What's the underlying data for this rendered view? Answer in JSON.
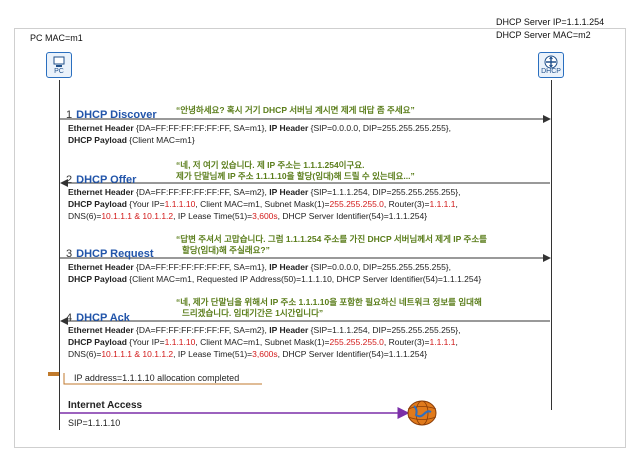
{
  "pc": {
    "header": "PC MAC=m1",
    "label": "PC"
  },
  "server": {
    "header_ip": "DHCP Server IP=1.1.1.254",
    "header_mac": "DHCP Server MAC=m2",
    "label": "DHCP"
  },
  "steps": [
    {
      "num": "1",
      "title": "DHCP Discover",
      "note": [
        "“안녕하세요? 혹시 거기 DHCP 서버님 계시면 제게 대답 좀 주세요”"
      ],
      "direction": "right",
      "lines": [
        [
          {
            "t": "Ethernet Header",
            "b": true
          },
          {
            "t": " {DA=FF:FF:FF:FF:FF:FF, SA=m1}, "
          },
          {
            "t": "IP Header",
            "b": true
          },
          {
            "t": " {SIP=0.0.0.0, DIP=255.255.255.255},"
          }
        ],
        [
          {
            "t": "DHCP Payload",
            "b": true
          },
          {
            "t": " {Client MAC=m1}"
          }
        ]
      ]
    },
    {
      "num": "2",
      "title": "DHCP Offer",
      "note": [
        "“네, 저 여기 있습니다. 제 IP 주소는 1.1.1.254이구요.",
        "제가 단말님께 IP 주소 1.1.1.10을 할당(임대)해 드릴 수 있는데요...”"
      ],
      "direction": "left",
      "lines": [
        [
          {
            "t": "Ethernet Header",
            "b": true
          },
          {
            "t": " {DA=FF:FF:FF:FF:FF:FF, SA=m2}, "
          },
          {
            "t": "IP Header",
            "b": true
          },
          {
            "t": " {SIP=1.1.1.254, DIP=255.255.255.255},"
          }
        ],
        [
          {
            "t": "DHCP Payload",
            "b": true
          },
          {
            "t": " {Your IP="
          },
          {
            "t": "1.1.1.10",
            "r": true
          },
          {
            "t": ", Client MAC=m1, Subnet Mask(1)="
          },
          {
            "t": "255.255.255.0",
            "r": true
          },
          {
            "t": ", Router(3)="
          },
          {
            "t": "1.1.1.1",
            "r": true
          },
          {
            "t": ","
          }
        ],
        [
          {
            "t": "DNS(6)="
          },
          {
            "t": "10.1.1.1 & 10.1.1.2",
            "r": true
          },
          {
            "t": ", IP Lease Time(51)="
          },
          {
            "t": "3,600s",
            "r": true
          },
          {
            "t": ", DHCP Server Identifier(54)=1.1.1.254}"
          }
        ]
      ]
    },
    {
      "num": "3",
      "title": "DHCP Request",
      "note": [
        "“답변 주셔서 고맙습니다. 그럼 1.1.1.254 주소를 가진 DHCP 서버님께서 제게 IP 주소를",
        "할당(임대)해 주실래요?”"
      ],
      "direction": "right",
      "lines": [
        [
          {
            "t": "Ethernet Header",
            "b": true
          },
          {
            "t": " {DA=FF:FF:FF:FF:FF:FF, SA=m1}, "
          },
          {
            "t": "IP Header",
            "b": true
          },
          {
            "t": " {SIP=0.0.0.0, DIP=255.255.255.255},"
          }
        ],
        [
          {
            "t": "DHCP Payload",
            "b": true
          },
          {
            "t": " {Client MAC=m1, Requested IP Address(50)=1.1.1.10, DHCP Server Identifier(54)=1.1.1.254}"
          }
        ]
      ]
    },
    {
      "num": "4",
      "title": "DHCP Ack",
      "note": [
        "“네, 제가 단말님을 위해서 IP 주소 1.1.1.10을 포함한 필요하신 네트워크 정보를 임대해",
        "드리겠습니다. 임대기간은 1시간입니다”"
      ],
      "direction": "left",
      "lines": [
        [
          {
            "t": "Ethernet Header",
            "b": true
          },
          {
            "t": " {DA=FF:FF:FF:FF:FF:FF, SA=m2}, "
          },
          {
            "t": "IP Header",
            "b": true
          },
          {
            "t": " {SIP=1.1.1.254, DIP=255.255.255.255},"
          }
        ],
        [
          {
            "t": "DHCP Payload",
            "b": true
          },
          {
            "t": " {Your IP="
          },
          {
            "t": "1.1.1.10",
            "r": true
          },
          {
            "t": ", Client MAC=m1, Subnet Mask(1)="
          },
          {
            "t": "255.255.255.0",
            "r": true
          },
          {
            "t": ", Router(3)="
          },
          {
            "t": "1.1.1.1",
            "r": true
          },
          {
            "t": ","
          }
        ],
        [
          {
            "t": "DNS(6)="
          },
          {
            "t": "10.1.1.1 & 10.1.1.2",
            "r": true
          },
          {
            "t": ", IP Lease Time(51)="
          },
          {
            "t": "3,600s",
            "r": true
          },
          {
            "t": ", DHCP Server Identifier(54)=1.1.1.254}"
          }
        ]
      ]
    }
  ],
  "allocation": "IP address=1.1.1.10 allocation completed",
  "internet": {
    "title": "Internet Access",
    "sip": "SIP=1.1.1.10"
  },
  "colors": {
    "title_blue": "#2255aa",
    "note_green": "#5a7d1a",
    "red": "#d21b1b",
    "internet_arrow": "#7b2fa8",
    "marker_orange": "#c07a2c"
  },
  "icons": [
    "computer-icon",
    "router-icon",
    "globe-icon"
  ]
}
